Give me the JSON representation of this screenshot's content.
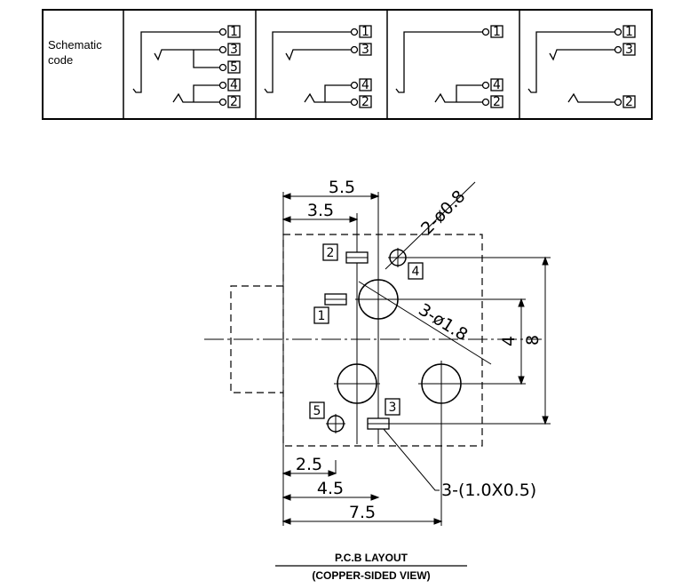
{
  "schematic": {
    "label_line1": "Schematic",
    "label_line2": "code",
    "panel_a_pins": [
      "1",
      "3",
      "5",
      "4",
      "2"
    ],
    "panel_b_pins": [
      "1",
      "3",
      "4",
      "2"
    ],
    "panel_c_pins": [
      "1",
      "4",
      "2"
    ],
    "panel_d_pins": [
      "1",
      "3",
      "2"
    ]
  },
  "pcb": {
    "dims": {
      "width_top": "5.5",
      "width_mid": "3.5",
      "pin_hole_dia": "2-ø0.8",
      "main_hole_dia": "3-ø1.8",
      "height_inner": "4",
      "height_outer": "8",
      "bottom_small": "2.5",
      "bottom_mid": "4.5",
      "bottom_total": "7.5",
      "pad_size": "3-(1.0X0.5)"
    },
    "pin_labels": {
      "p1": "1",
      "p2": "2",
      "p3": "3",
      "p4": "4",
      "p5": "5"
    },
    "title": "P.C.B LAYOUT",
    "subtitle": "(COPPER-SIDED VIEW)"
  }
}
